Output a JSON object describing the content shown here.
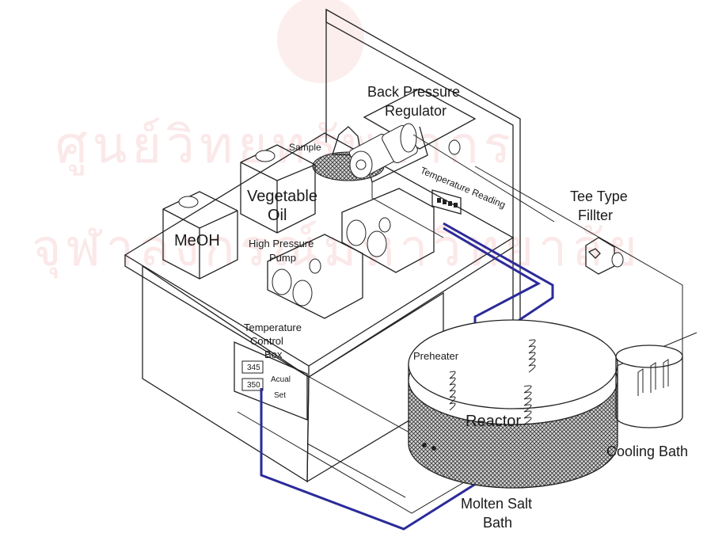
{
  "watermark": {
    "line1": "ศูนย์วิทยทรัพยากร",
    "line2": "จุฬาลงกรณ์มหาวิทยาลัย"
  },
  "labels": {
    "back_pressure_1": "Back Pressure",
    "back_pressure_2": "Regulator",
    "sample": "Sample",
    "temperature_reading": "Temperature Reading",
    "tee_type_1": "Tee Type",
    "tee_type_2": "Fillter",
    "vegetable_1": "Vegetable",
    "vegetable_2": "Oil",
    "meoh": "MeOH",
    "hp_pump_1": "High Pressure",
    "hp_pump_2": "Pump",
    "tcb_1": "Temperature",
    "tcb_2": "Control",
    "tcb_3": "Box",
    "display_actual_value": "345",
    "display_set_value": "350",
    "actual_label": "Acual",
    "set_label": "Set",
    "preheater": "Preheater",
    "reactor": "Reactor",
    "cooling_bath": "Cooling Bath",
    "molten_1": "Molten Salt",
    "molten_2": "Bath"
  }
}
